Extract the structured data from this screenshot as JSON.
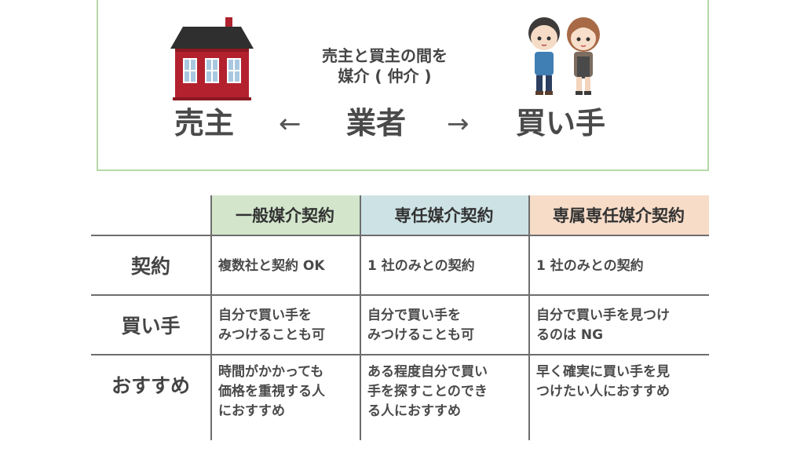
{
  "diagram": {
    "mediate_line1": "売主と買主の間を",
    "mediate_line2": "媒介 ( 仲介 )",
    "seller": "売主",
    "agent": "業者",
    "buyer": "買い手",
    "arrow_left": "←",
    "arrow_right": "→"
  },
  "table": {
    "headers": [
      "一般媒介契約",
      "専任媒介契約",
      "専属専任媒介契約"
    ],
    "header_colors": [
      "#d3e6cc",
      "#cde2e4",
      "#f7dcc8"
    ],
    "rows": [
      {
        "label": "契約",
        "cells": [
          [
            "複数社と契約 OK"
          ],
          [
            "1 社のみとの契約"
          ],
          [
            "1 社のみとの契約"
          ]
        ]
      },
      {
        "label": "買い手",
        "cells": [
          [
            "自分で買い手を",
            "みつけることも可"
          ],
          [
            "自分で買い手を",
            "みつけることも可"
          ],
          [
            "自分で買い手を見つけ",
            "るのは NG"
          ]
        ]
      },
      {
        "label": "おすすめ",
        "cells": [
          [
            "時間がかかっても",
            "価格を重視する人",
            "におすすめ"
          ],
          [
            "ある程度自分で買い",
            "手を探すことのでき",
            "る人におすすめ"
          ],
          [
            "早く確実に買い手を見",
            "つけたい人におすすめ"
          ]
        ]
      }
    ]
  }
}
